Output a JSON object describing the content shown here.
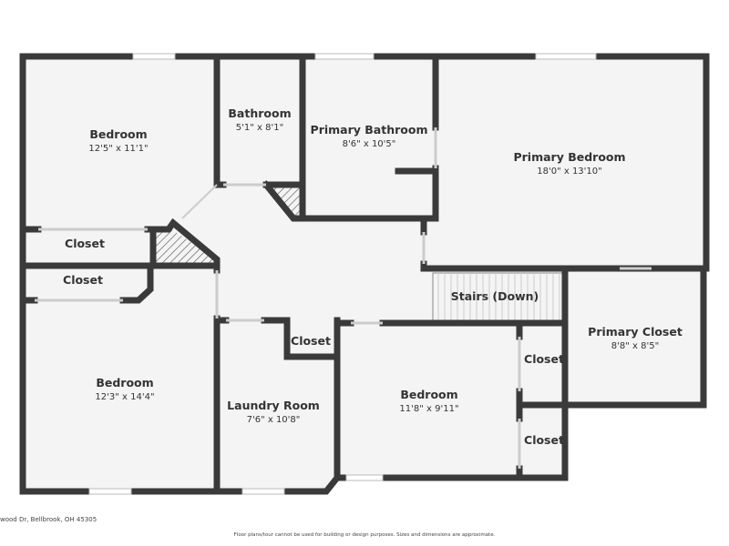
{
  "rooms": [
    {
      "name": "Bedroom",
      "dims": "12'5\" x 11'1\""
    },
    {
      "name": "Bathroom",
      "dims": "5'1\" x 8'1\""
    },
    {
      "name": "Primary Bathroom",
      "dims": "8'6\" x 10'5\""
    },
    {
      "name": "Primary Bedroom",
      "dims": "18'0\" x 13'10\""
    },
    {
      "name": "Closet"
    },
    {
      "name": "Closet"
    },
    {
      "name": "Stairs (Down)"
    },
    {
      "name": "Primary Closet",
      "dims": "8'8\" x 8'5\""
    },
    {
      "name": "Closet"
    },
    {
      "name": "Bedroom",
      "dims": "12'3\" x 14'4\""
    },
    {
      "name": "Laundry Room",
      "dims": "7'6\" x 10'8\""
    },
    {
      "name": "Bedroom",
      "dims": "11'8\" x 9'11\""
    },
    {
      "name": "Closet"
    },
    {
      "name": "Closet"
    }
  ],
  "footer": {
    "address": "wood Dr, Bellbrook, OH 45305",
    "disclaimer": "Floor plans/tour cannot be used for building or design purposes. Sizes and dimensions are approximate."
  },
  "colors": {
    "wall": "#3a3a3a",
    "floor": "#f4f4f4"
  }
}
